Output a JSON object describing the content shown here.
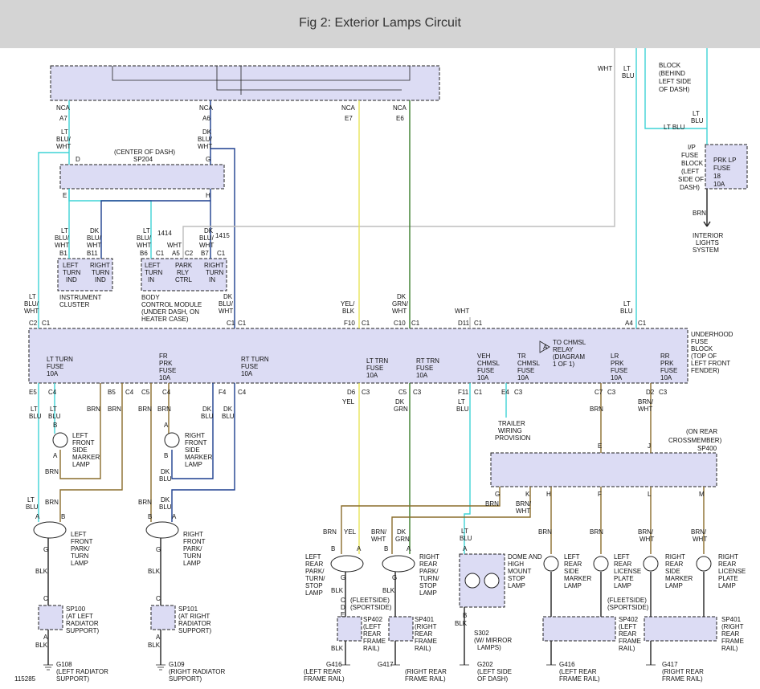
{
  "header": {
    "title": "Fig 2: Exterior Lamps Circuit"
  },
  "top": {
    "nca_a7": "NCA",
    "pin_a7": "A7",
    "nca_a6": "NCA",
    "pin_a6": "A6",
    "nca_e7": "NCA",
    "pin_e7": "E7",
    "nca_e6": "NCA",
    "pin_e6": "E6",
    "wht": "WHT",
    "ltblu_top": [
      "LT",
      "BLU"
    ],
    "block_note": [
      "BLOCK",
      "(BEHIND",
      "LEFT SIDE",
      "OF DASH)"
    ],
    "ltblu_mid": [
      "LT",
      "BLU"
    ],
    "ltblu_horiz": "LT BLU"
  },
  "ip_fuse": {
    "label": [
      "I/P",
      "FUSE",
      "BLOCK",
      "(LEFT",
      "SIDE OF",
      "DASH)"
    ],
    "fuse": [
      "PRK LP",
      "FUSE",
      "18",
      "10A"
    ],
    "brn": "BRN",
    "dest": [
      "INTERIOR",
      "LIGHTS",
      "SYSTEM"
    ]
  },
  "splice204": {
    "note": "(CENTER OF DASH)",
    "name": "SP204",
    "pins": {
      "d": "D",
      "g": "G",
      "e": "E",
      "h": "H"
    },
    "wire_left": [
      "LT",
      "BLU/",
      "WHT"
    ],
    "wire_right": [
      "DK",
      "BLU/",
      "WHT"
    ]
  },
  "cluster": {
    "wires": {
      "b1": [
        "LT",
        "BLU/",
        "WHT"
      ],
      "b11": [
        "DK",
        "BLU/",
        "WHT"
      ]
    },
    "pins": {
      "b1": "B1",
      "b11": "B11"
    },
    "left": [
      "LEFT",
      "TURN",
      "IND"
    ],
    "right": [
      "RIGHT",
      "TURN",
      "IND"
    ],
    "name": [
      "INSTRUMENT",
      "CLUSTER"
    ]
  },
  "bcm": {
    "wires": {
      "b6": [
        "LT",
        "BLU/",
        "WHT"
      ],
      "n1414": "1414",
      "a5": "WHT",
      "b7": [
        "DK",
        "BLU/",
        "WHT"
      ],
      "n1415": "1415"
    },
    "pins": {
      "b6": "B6",
      "c1a": "C1",
      "a5": "A5",
      "c2": "C2",
      "b7": "B7",
      "c1b": "C1"
    },
    "left": [
      "LEFT",
      "TURN",
      "IN"
    ],
    "mid": [
      "PARK",
      "RLY",
      "CTRL"
    ],
    "right": [
      "RIGHT",
      "TURN",
      "IN"
    ],
    "name": [
      "BODY",
      "CONTROL MODULE",
      "(UNDER DASH, ON",
      "HEATER CASE)"
    ]
  },
  "underhood": {
    "name": [
      "UNDERHOOD",
      "FUSE",
      "BLOCK",
      "(TOP OF",
      "LEFT FRONT",
      "FENDER)"
    ],
    "in_wires": {
      "c2": [
        "LT",
        "BLU/",
        "WHT"
      ],
      "c1": [
        "DK",
        "BLU/",
        "WHT"
      ],
      "f10": [
        "YEL/",
        "BLK"
      ],
      "c10": [
        "DK",
        "GRN/",
        "WHT"
      ],
      "d11": "WHT",
      "a4": [
        "LT",
        "BLU"
      ]
    },
    "in_pins": [
      "C2",
      "C1",
      "C1",
      "C1",
      "F10",
      "C1",
      "C10",
      "C1",
      "D11",
      "C1",
      "A4",
      "C1"
    ],
    "fuses": [
      [
        "LT TURN",
        "FUSE",
        "10A"
      ],
      [
        "FR",
        "PRK",
        "FUSE",
        "10A"
      ],
      [
        "RT TURN",
        "FUSE",
        "10A"
      ],
      [
        "LT TRN",
        "FUSE",
        "10A"
      ],
      [
        "RT TRN",
        "FUSE",
        "10A"
      ],
      [
        "VEH",
        "CHMSL",
        "FUSE",
        "10A"
      ],
      [
        "TR",
        "CHMSL",
        "FUSE",
        "10A"
      ],
      [
        "LR",
        "PRK",
        "FUSE",
        "10A"
      ],
      [
        "RR",
        "PRK",
        "FUSE",
        "10A"
      ]
    ],
    "relay_note": [
      "TO CHMSL",
      "RELAY",
      "(DIAGRAM",
      "1 OF 1)"
    ],
    "relay_mark": "A",
    "out_pins": [
      "E5",
      "C4",
      "B5",
      "C4",
      "C5",
      "C4",
      "F4",
      "C4",
      "D6",
      "C3",
      "C5",
      "C3",
      "F11",
      "C1",
      "E4",
      "C3",
      "C7",
      "C3",
      "D2",
      "C3"
    ]
  },
  "front_left": {
    "w1": [
      "LT",
      "BLU"
    ],
    "w2": [
      "LT",
      "BLU"
    ],
    "w3": "BRN",
    "w4": "BRN",
    "marker": [
      "LEFT",
      "FRONT",
      "SIDE",
      "MARKER",
      "LAMP"
    ],
    "mpins": {
      "b": "B",
      "a": "A"
    },
    "brn": "BRN",
    "w5": [
      "LT",
      "BLU"
    ],
    "w6": "BRN",
    "lamp": [
      "LEFT",
      "FRONT",
      "PARK/",
      "TURN",
      "LAMP"
    ],
    "lpins": {
      "a": "A",
      "b": "B",
      "g": "G",
      "a2": "A"
    },
    "blk": "BLK",
    "c": "C",
    "splice": [
      "SP100",
      "(AT LEFT",
      "RADIATOR",
      "SUPPORT)"
    ],
    "blk2": "BLK",
    "ground": [
      "G108",
      "(LEFT RADIATOR",
      "SUPPORT)"
    ]
  },
  "front_right": {
    "w1": "BRN",
    "w2": "BRN",
    "w3": [
      "DK",
      "BLU"
    ],
    "w4": [
      "DK",
      "BLU"
    ],
    "marker": [
      "RIGHT",
      "FRONT",
      "SIDE",
      "MARKER",
      "LAMP"
    ],
    "mpins": {
      "a": "A",
      "b": "B"
    },
    "dkblu": [
      "DK",
      "BLU"
    ],
    "w5": "BRN",
    "w6": [
      "DK",
      "BLU"
    ],
    "lamp": [
      "RIGHT",
      "FRONT",
      "PARK/",
      "TURN",
      "LAMP"
    ],
    "lpins": {
      "b": "B",
      "a": "A",
      "g": "G",
      "a2": "A"
    },
    "blk": "BLK",
    "c": "C",
    "splice": [
      "SP101",
      "(AT RIGHT",
      "RADIATOR",
      "SUPPORT)"
    ],
    "blk2": "BLK",
    "ground": [
      "G109",
      "(RIGHT RADIATOR",
      "SUPPORT)"
    ]
  },
  "middle": {
    "yel": "YEL",
    "dkgrn": [
      "DK",
      "GRN"
    ],
    "ltblu": [
      "LT",
      "BLU"
    ],
    "trailer": [
      "TRAILER",
      "WIRING",
      "PROVISION"
    ],
    "ltblu2": [
      "LT",
      "BLU"
    ]
  },
  "sp400": {
    "note": "(ON REAR",
    "note2": "CROSSMEMBER)",
    "name": "SP400",
    "in_wires": {
      "brn": "BRN",
      "brnwht": [
        "BRN/",
        "WHT"
      ]
    },
    "in_pins": {
      "e": "E",
      "j": "J"
    },
    "out_pins": [
      "G",
      "K",
      "H",
      "F",
      "L",
      "M"
    ]
  },
  "rear": {
    "brn_g": "BRN",
    "brnwht_k": [
      "BRN/",
      "WHT"
    ],
    "left_stop": {
      "w": [
        "BRN",
        "YEL"
      ],
      "pins": [
        "B",
        "A"
      ],
      "g": "G",
      "blk": "BLK",
      "lamp": [
        "LEFT",
        "REAR",
        "PARK/",
        "TURN/",
        "STOP",
        "LAMP"
      ]
    },
    "right_stop": {
      "w": [
        [
          "BRN/",
          "WHT"
        ],
        [
          "DK",
          "GRN"
        ]
      ],
      "pins": [
        "B",
        "A"
      ],
      "g": "G",
      "blk": "BLK",
      "lamp": [
        "RIGHT",
        "REAR",
        "PARK/",
        "TURN/",
        "STOP",
        "LAMP"
      ]
    },
    "chmsl": {
      "w": [
        "LT",
        "BLU"
      ],
      "a": "A",
      "b": "B",
      "blk": "BLK",
      "lamp": [
        "DOME AND",
        "HIGH",
        "MOUNT",
        "STOP",
        "LAMP"
      ],
      "s302": "S302",
      "s302b": [
        "(W/ MIRROR",
        "LAMPS)"
      ],
      "ground": [
        "G202",
        "(LEFT SIDE",
        "OF DASH)"
      ]
    },
    "fleetside": [
      "(FLEETSIDE)",
      "(SPORTSIDE)"
    ],
    "sp402": [
      "SP402",
      "(LEFT",
      "REAR",
      "FRAME",
      "RAIL)"
    ],
    "sp401": [
      "SP401",
      "(RIGHT",
      "REAR",
      "FRAME",
      "RAIL)"
    ],
    "g416": [
      "G416",
      "(LEFT REAR",
      "FRAME RAIL)"
    ],
    "g417": [
      "G417",
      "(RIGHT REAR",
      "FRAME RAIL)"
    ],
    "lr_marker": [
      "LEFT",
      "REAR",
      "SIDE",
      "MARKER",
      "LAMP"
    ],
    "lr_plate": [
      "LEFT",
      "REAR",
      "LICENSE",
      "PLATE",
      "LAMP"
    ],
    "rr_marker": [
      "RIGHT",
      "REAR",
      "SIDE",
      "MARKER",
      "LAMP"
    ],
    "rr_plate": [
      "RIGHT",
      "REAR",
      "LICENSE",
      "PLATE",
      "LAMP"
    ],
    "brn": "BRN",
    "brnwht": [
      "BRN/",
      "WHT"
    ],
    "blk": "BLK",
    "pins": {
      "a": "A",
      "b": "B",
      "c": "C",
      "d": "D",
      "e": "E"
    }
  },
  "footer": {
    "code": "115285"
  }
}
